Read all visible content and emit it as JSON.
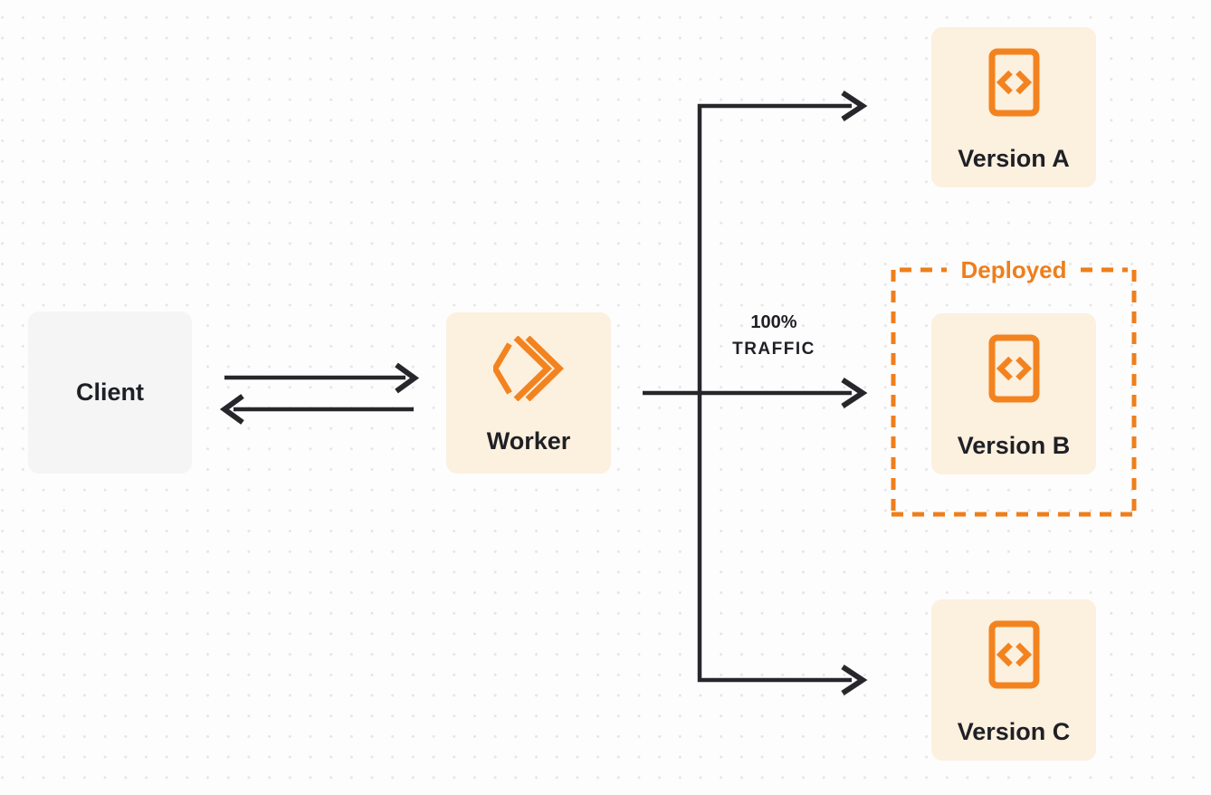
{
  "colors": {
    "accent": "#EF7E1B",
    "node_fill_orange": "#FCF0DF",
    "node_fill_gray": "#F5F5F6",
    "arrow": "#27272B",
    "text": "#1F2025"
  },
  "nodes": {
    "client": {
      "label": "Client"
    },
    "worker": {
      "label": "Worker",
      "icon": "cloudflare-workers-icon"
    },
    "version_a": {
      "label": "Version A",
      "icon": "code-file-icon"
    },
    "version_b": {
      "label": "Version B",
      "icon": "code-file-icon"
    },
    "version_c": {
      "label": "Version C",
      "icon": "code-file-icon"
    }
  },
  "annotations": {
    "deployed_badge": "Deployed",
    "traffic_percent": "100%",
    "traffic_word": "TRAFFIC"
  }
}
